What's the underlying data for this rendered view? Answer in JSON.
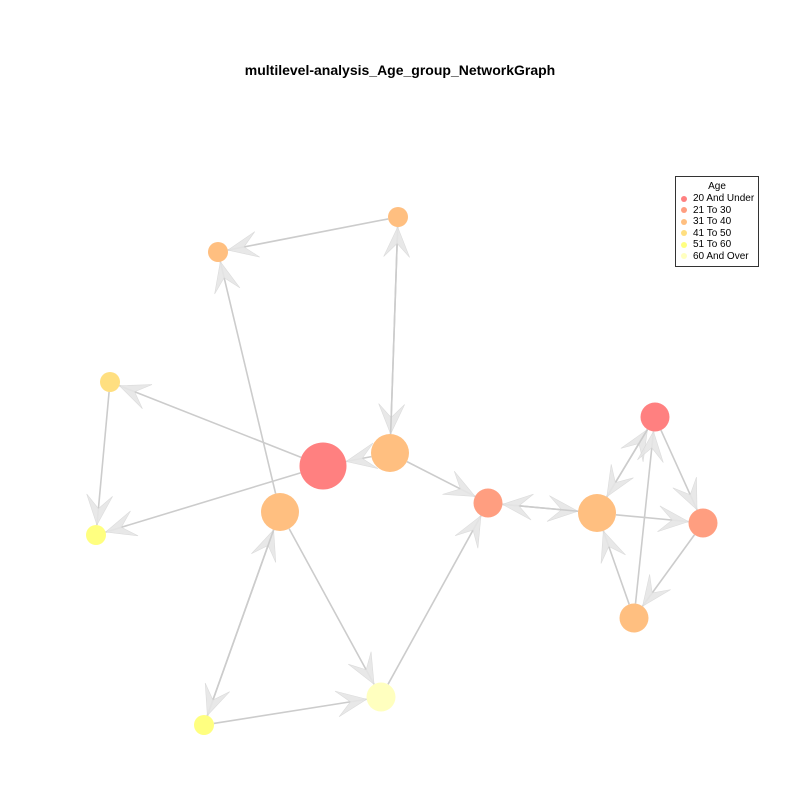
{
  "title": "multilevel-analysis_Age_group_NetworkGraph",
  "legend": {
    "title": "Age",
    "items": [
      {
        "label": "20 And Under",
        "color": "#FF8080"
      },
      {
        "label": "21 To 30",
        "color": "#FF9E80"
      },
      {
        "label": "31 To 40",
        "color": "#FFBF80"
      },
      {
        "label": "41 To 50",
        "color": "#FFDF80"
      },
      {
        "label": "51 To 60",
        "color": "#FFFF80"
      },
      {
        "label": "60 And Over",
        "color": "#FFFFBF"
      }
    ]
  },
  "colors": {
    "edge": "#CCCCCC",
    "arrow": "#E6E6E6"
  },
  "nodes": [
    {
      "id": "n1",
      "group": "31 To 40",
      "degree": 1
    },
    {
      "id": "n2",
      "group": "31 To 40",
      "degree": 1
    },
    {
      "id": "n3",
      "group": "41 To 50",
      "degree": 1
    },
    {
      "id": "n4",
      "group": "51 To 60",
      "degree": 1
    },
    {
      "id": "n5",
      "group": "20 And Under",
      "degree": 4
    },
    {
      "id": "n6",
      "group": "31 To 40",
      "degree": 3
    },
    {
      "id": "n7",
      "group": "31 To 40",
      "degree": 3
    },
    {
      "id": "n8",
      "group": "21 To 30",
      "degree": 2
    },
    {
      "id": "n9",
      "group": "31 To 40",
      "degree": 3
    },
    {
      "id": "n10",
      "group": "20 And Under",
      "degree": 2
    },
    {
      "id": "n11",
      "group": "21 To 30",
      "degree": 2
    },
    {
      "id": "n12",
      "group": "31 To 40",
      "degree": 2
    },
    {
      "id": "n13",
      "group": "60 And Over",
      "degree": 2
    },
    {
      "id": "n14",
      "group": "51 To 60",
      "degree": 1
    }
  ],
  "edges": [
    {
      "from": "n2",
      "to": "n1"
    },
    {
      "from": "n2",
      "to": "n6"
    },
    {
      "from": "n6",
      "to": "n2"
    },
    {
      "from": "n7",
      "to": "n1"
    },
    {
      "from": "n5",
      "to": "n3"
    },
    {
      "from": "n3",
      "to": "n4"
    },
    {
      "from": "n5",
      "to": "n4"
    },
    {
      "from": "n6",
      "to": "n5"
    },
    {
      "from": "n6",
      "to": "n8"
    },
    {
      "from": "n8",
      "to": "n9"
    },
    {
      "from": "n9",
      "to": "n8"
    },
    {
      "from": "n9",
      "to": "n10"
    },
    {
      "from": "n10",
      "to": "n9"
    },
    {
      "from": "n10",
      "to": "n11"
    },
    {
      "from": "n9",
      "to": "n11"
    },
    {
      "from": "n11",
      "to": "n12"
    },
    {
      "from": "n12",
      "to": "n9"
    },
    {
      "from": "n12",
      "to": "n10"
    },
    {
      "from": "n7",
      "to": "n13"
    },
    {
      "from": "n13",
      "to": "n8"
    },
    {
      "from": "n14",
      "to": "n7"
    },
    {
      "from": "n14",
      "to": "n13"
    },
    {
      "from": "n7",
      "to": "n14"
    }
  ]
}
